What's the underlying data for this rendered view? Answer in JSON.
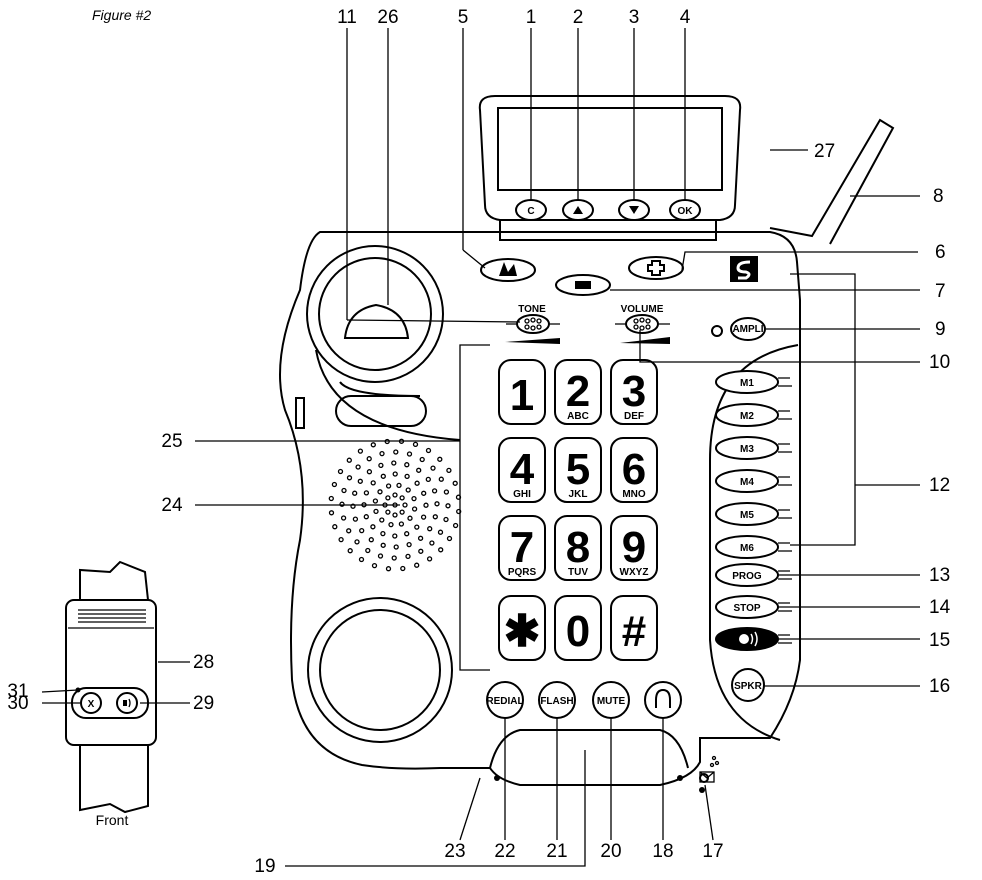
{
  "caption": "Figure #2",
  "callouts": {
    "n1": "1",
    "n2": "2",
    "n3": "3",
    "n4": "4",
    "n5": "5",
    "n6": "6",
    "n7": "7",
    "n8": "8",
    "n9": "9",
    "n10": "10",
    "n11": "11",
    "n12": "12",
    "n13": "13",
    "n14": "14",
    "n15": "15",
    "n16": "16",
    "n17": "17",
    "n18": "18",
    "n19": "19",
    "n20": "20",
    "n21": "21",
    "n22": "22",
    "n23": "23",
    "n24": "24",
    "n25": "25",
    "n26": "26",
    "n27": "27",
    "n28": "28",
    "n29": "29",
    "n30": "30",
    "n31": "31"
  },
  "display_buttons": {
    "clear": "C",
    "ok": "OK"
  },
  "sliders": {
    "tone": "TONE",
    "volume": "VOLUME"
  },
  "buttons": {
    "ampli": "AMPLI",
    "memory": [
      "M1",
      "M2",
      "M3",
      "M4",
      "M5",
      "M6"
    ],
    "prog": "PROG",
    "stop": "STOP",
    "spkr": "SPKR",
    "redial": "REDIAL",
    "flash": "FLASH",
    "mute": "MUTE"
  },
  "keypad": [
    {
      "digit": "1",
      "letters": ""
    },
    {
      "digit": "2",
      "letters": "ABC"
    },
    {
      "digit": "3",
      "letters": "DEF"
    },
    {
      "digit": "4",
      "letters": "GHI"
    },
    {
      "digit": "5",
      "letters": "JKL"
    },
    {
      "digit": "6",
      "letters": "MNO"
    },
    {
      "digit": "7",
      "letters": "PQRS"
    },
    {
      "digit": "8",
      "letters": "TUV"
    },
    {
      "digit": "9",
      "letters": "WXYZ"
    },
    {
      "digit": "✱",
      "letters": ""
    },
    {
      "digit": "0",
      "letters": ""
    },
    {
      "digit": "#",
      "letters": ""
    }
  ],
  "remote": {
    "label": "Front",
    "button_x": "X"
  }
}
